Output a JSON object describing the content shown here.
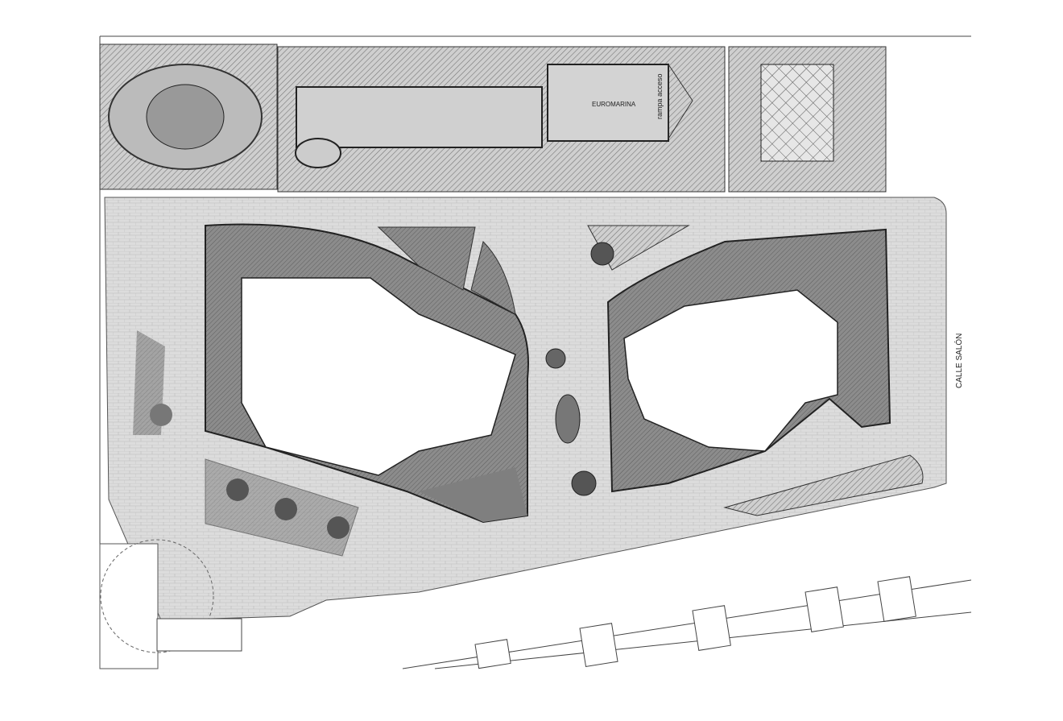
{
  "plan": {
    "labels": {
      "building_name": "EUROMARINA",
      "ramp": "rampa acceso",
      "street": "CALLE SALÓN"
    },
    "colors": {
      "paving": "#d6d6d6",
      "dark_garden": "#8a8a8a",
      "hatch": "#9a9a9a",
      "building": "#ffffff",
      "lines": "#333333"
    }
  }
}
